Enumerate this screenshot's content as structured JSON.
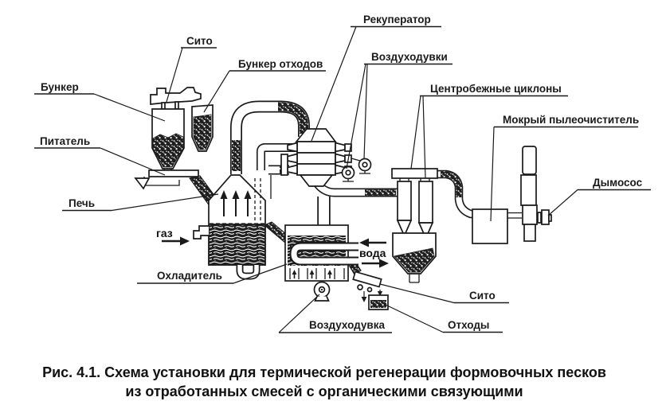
{
  "figure": {
    "caption_line1": "Рис. 4.1. Схема установки для термической регенерации формовочных песков",
    "caption_line2": "из отработанных смесей с органическими связующими"
  },
  "labels": {
    "sito_top": "Сито",
    "bunker_othodov": "Бункер отходов",
    "bunker": "Бункер",
    "pitatel": "Питатель",
    "pech": "Печь",
    "gaz": "газ",
    "ohladitel": "Охладитель",
    "vozduhoduvka": "Воздуходувка",
    "sito_bottom": "Сито",
    "othody": "Отходы",
    "voda": "вода",
    "rekuperator": "Рекуператор",
    "vozduhoduvki": "Воздуходувки",
    "tsiklony": "Центробежные циклоны",
    "pyleochistitel": "Мокрый пылеочиститель",
    "dymosos": "Дымосос"
  },
  "colors": {
    "ink": "#1a1a1a",
    "paper": "#ffffff"
  }
}
